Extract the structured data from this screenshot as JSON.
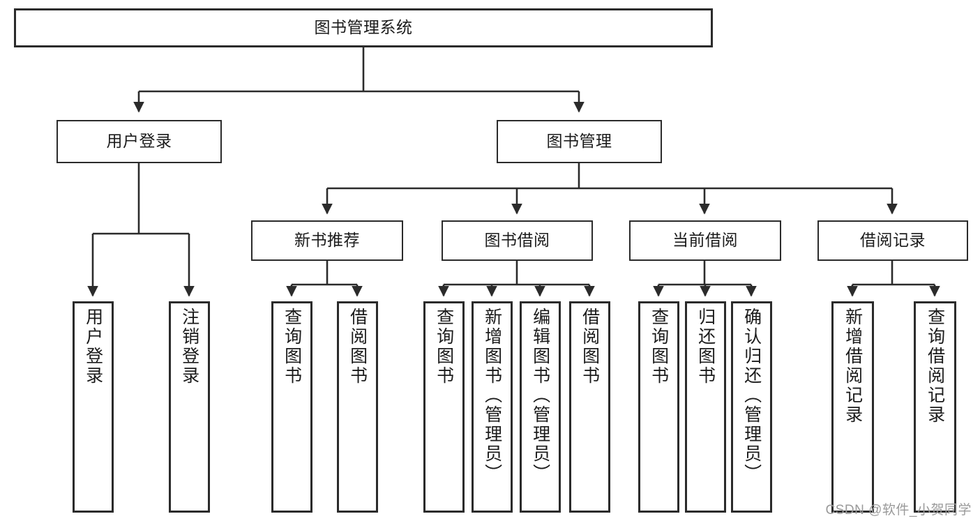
{
  "diagram": {
    "title": "图书管理系统",
    "type": "tree",
    "background_color": "#ffffff",
    "line_color": "#2b2b2b",
    "text_color": "#1b1b1b"
  },
  "nodes": {
    "root": {
      "label": "图书管理系统"
    },
    "level2": [
      {
        "label": "用户登录"
      },
      {
        "label": "图书管理"
      }
    ],
    "level3": [
      {
        "label": "新书推荐"
      },
      {
        "label": "图书借阅"
      },
      {
        "label": "当前借阅"
      },
      {
        "label": "借阅记录"
      }
    ],
    "leaves_user_login": [
      {
        "label": "用户登录"
      },
      {
        "label": "注销登录"
      }
    ],
    "leaves_new_books": [
      {
        "label": "查询图书"
      },
      {
        "label": "借阅图书"
      }
    ],
    "leaves_borrow": [
      {
        "label": "查询图书"
      },
      {
        "label": "新增图书（管理员）"
      },
      {
        "label": "编辑图书（管理员）"
      },
      {
        "label": "借阅图书"
      }
    ],
    "leaves_current": [
      {
        "label": "查询图书"
      },
      {
        "label": "归还图书"
      },
      {
        "label": "确认归还（管理员）"
      }
    ],
    "leaves_records": [
      {
        "label": "新增借阅记录"
      },
      {
        "label": "查询借阅记录"
      }
    ]
  },
  "watermark": {
    "text": "CSDN @软件_小贺同学"
  }
}
